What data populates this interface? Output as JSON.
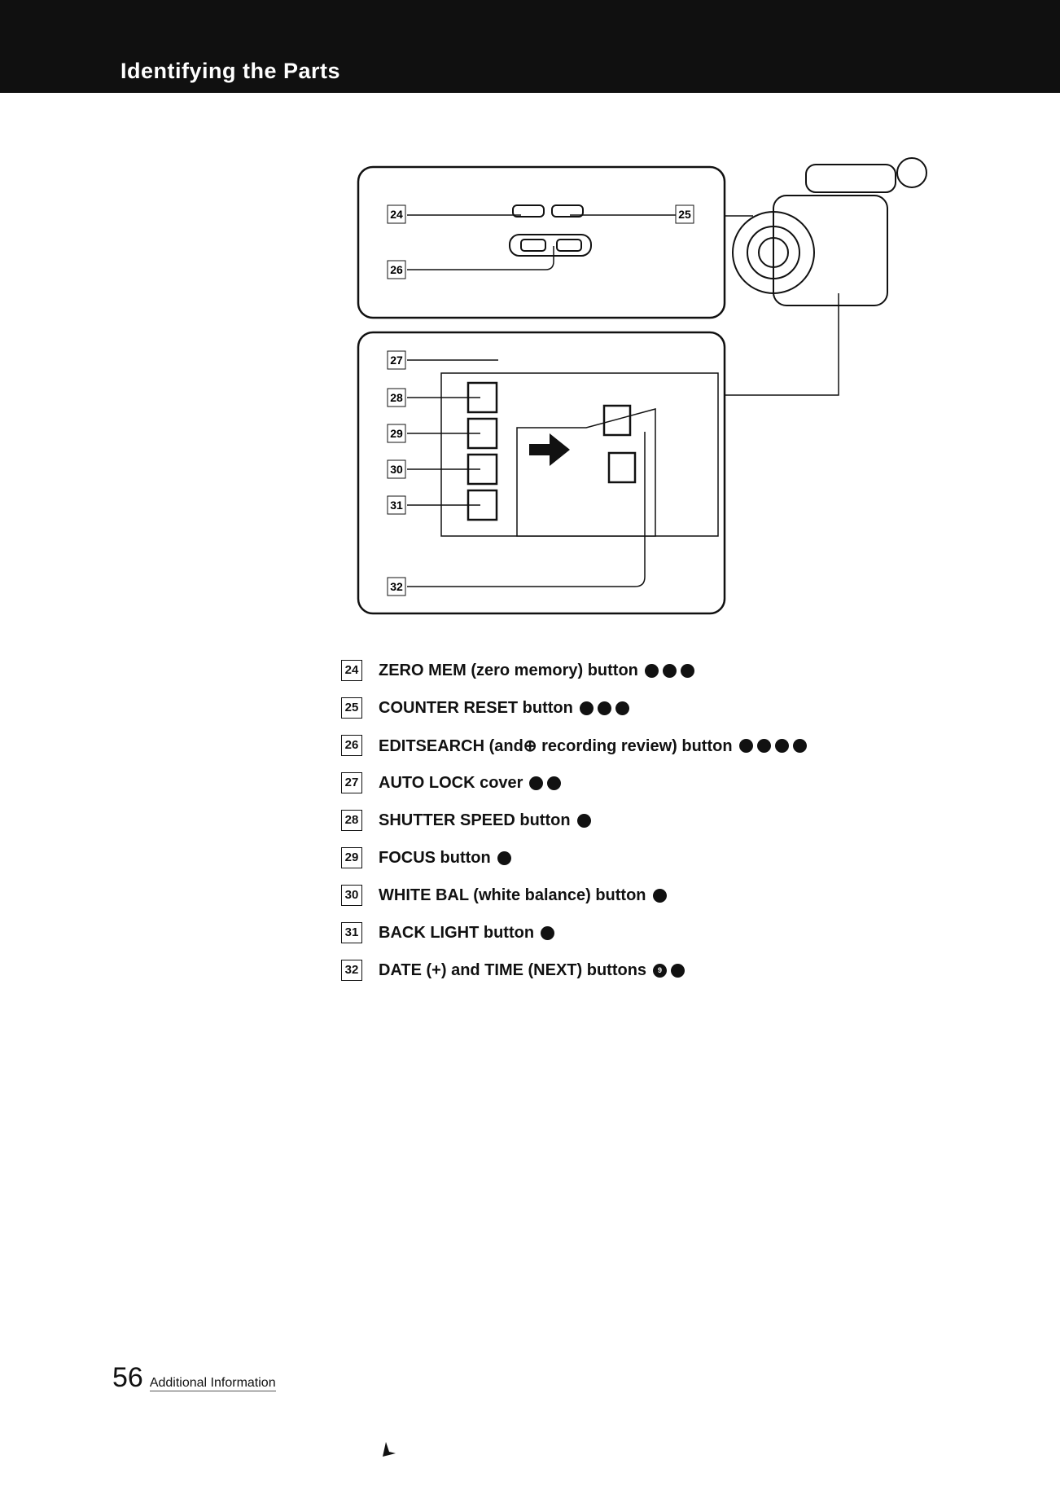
{
  "header": {
    "title": "Identifying the Parts"
  },
  "figure": {
    "callouts": [
      "24",
      "25",
      "26",
      "27",
      "28",
      "29",
      "30",
      "31",
      "32"
    ]
  },
  "parts": [
    {
      "num": "24",
      "text": "ZERO MEM (zero memory) button",
      "refs": [
        "",
        "",
        ""
      ]
    },
    {
      "num": "25",
      "text": "COUNTER RESET button",
      "refs": [
        "",
        "",
        ""
      ]
    },
    {
      "num": "26",
      "text": "EDITSEARCH (and⊕ recording review) button",
      "refs": [
        "",
        "",
        "",
        ""
      ]
    },
    {
      "num": "27",
      "text": "AUTO LOCK cover",
      "refs": [
        "",
        ""
      ]
    },
    {
      "num": "28",
      "text": "SHUTTER SPEED button",
      "refs": [
        ""
      ]
    },
    {
      "num": "29",
      "text": "FOCUS button",
      "refs": [
        ""
      ]
    },
    {
      "num": "30",
      "text": "WHITE BAL (white balance) button",
      "refs": [
        ""
      ]
    },
    {
      "num": "31",
      "text": "BACK LIGHT button",
      "refs": [
        ""
      ]
    },
    {
      "num": "32",
      "text": "DATE (+) and TIME (NEXT) buttons",
      "refs": [
        "9",
        ""
      ]
    }
  ],
  "footer": {
    "page_number": "56",
    "section": "Additional Information"
  }
}
